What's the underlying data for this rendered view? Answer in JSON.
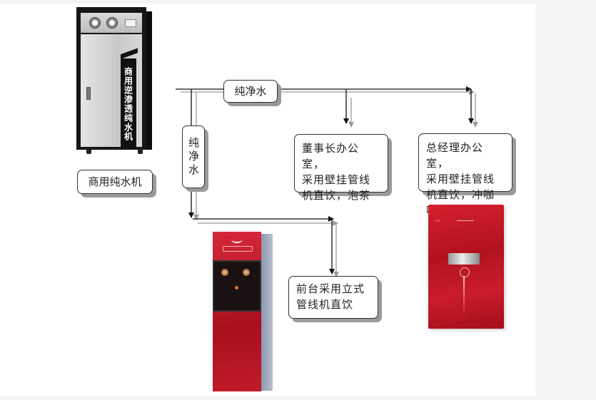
{
  "diagram": {
    "flow_label": "纯净水",
    "vertical_flow_label": "纯净水",
    "source": {
      "machine_label": "商用逆渗透纯水机",
      "caption": "商用纯水机"
    },
    "destinations": [
      {
        "id": "chairman-office",
        "lines": [
          "董事长办公室，",
          "采用壁挂管线",
          "机直饮，泡茶"
        ]
      },
      {
        "id": "gm-office",
        "lines": [
          "总经理办公室，",
          "采用壁挂管线",
          "机直饮，冲咖啡"
        ]
      },
      {
        "id": "front-desk",
        "lines": [
          "前台采用立式",
          "管线机直饮"
        ]
      }
    ],
    "colors": {
      "primary_line": "#111111",
      "secondary_line": "#9a9a9a",
      "dispenser_red": "#c01a2a"
    }
  }
}
